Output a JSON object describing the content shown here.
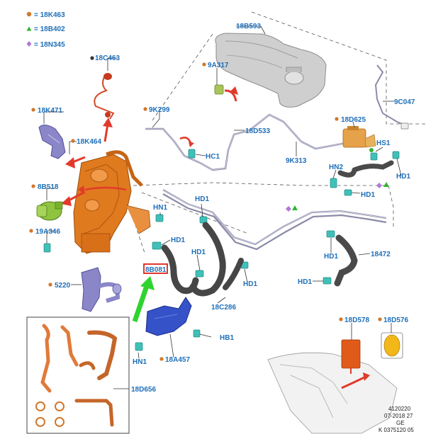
{
  "legend": [
    {
      "label": "= 18K463",
      "symbol": "circle",
      "color": "#d2772a"
    },
    {
      "label": "= 18B402",
      "symbol": "triangle",
      "color": "#2fb52f"
    },
    {
      "label": "= 18N345",
      "symbol": "diamond",
      "color": "#b07ad6"
    }
  ],
  "callouts": {
    "c_18C463": "18C463",
    "c_18K471": "18K471",
    "c_18K464": "18K464",
    "c_8B518": "8B518",
    "c_19A346": "19A346",
    "c_5220": "5220",
    "c_18B593": "18B593",
    "c_9A317": "9A317",
    "c_9K299": "9K299",
    "c_18D533": "18D533",
    "c_HC1": "HC1",
    "c_9C047": "9C047",
    "c_18D625": "18D625",
    "c_HS1": "HS1",
    "c_9K313": "9K313",
    "c_HN2": "HN2",
    "c_HD1_a": "HD1",
    "c_HD1_b": "HD1",
    "c_HD1_c": "HD1",
    "c_HD1_d": "HD1",
    "c_HD1_e": "HD1",
    "c_HD1_f": "HD1",
    "c_HD1_g": "HD1",
    "c_HD1_h": "HD1",
    "c_HN1_a": "HN1",
    "c_HN1_b": "HN1",
    "c_18472": "18472",
    "c_8B081": "8B081",
    "c_18C286": "18C286",
    "c_HB1": "HB1",
    "c_18A457": "18A457",
    "c_18D656": "18D656",
    "c_18D578": "18D578",
    "c_18D576": "18D576"
  },
  "footer": {
    "line1": "4120220",
    "line2": "07-2018 27",
    "line3": "GE",
    "line4": "K 0375120 05"
  },
  "colors": {
    "label_blue": "#1f6fb8",
    "highlight_red": "#e0201a",
    "arrow_green": "#2fd32f",
    "arrow_red": "#e23a2a",
    "part_orange": "#e07a1f",
    "part_silver": "#c8c8c8",
    "part_purple": "#8a86c8",
    "part_blue": "#3552c8"
  }
}
